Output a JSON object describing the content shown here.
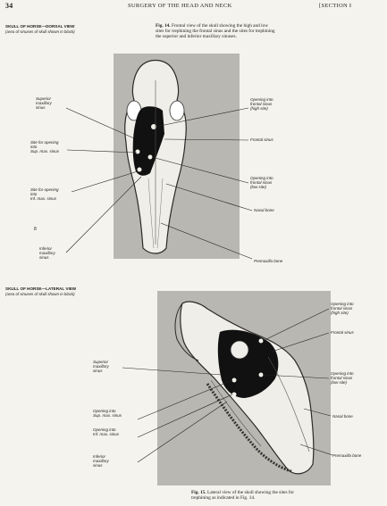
{
  "header": {
    "page_number": "34",
    "running_head": "SURGERY OF THE HEAD AND NECK",
    "section": "[SECTION I"
  },
  "figure14": {
    "title": "SKULL OF HORSE—DORSAL VIEW",
    "subtitle": "(area of sinuses of skull shown in black)",
    "caption_label": "Fig. 14.",
    "caption_lines": [
      "Frontal view of the skull showing the high and low",
      "sites for trephining the frontal sinus and the sites for trephining",
      "the superior and inferior maxillary sinuses."
    ],
    "labels_left": {
      "superior_maxillary_sinus": [
        "Superior",
        "maxillary",
        "sinus"
      ],
      "site_sup_max": [
        "Site for opening",
        "into",
        "Sup. max. sinus"
      ],
      "site_inf_max": [
        "Site for opening",
        "into",
        "Inf. max. sinus"
      ],
      "inferior_maxillary_sinus": [
        "Inferior",
        "maxillary",
        "sinus"
      ]
    },
    "labels_right": {
      "opening_frontal_high": [
        "Opening into",
        "frontal sinus",
        "(high site)"
      ],
      "frontal_sinus": [
        "Frontal sinus"
      ],
      "opening_frontal_low": [
        "Opening into",
        "frontal sinus",
        "(low site)"
      ],
      "nasal_bone": [
        "Nasal bone"
      ],
      "premaxilla_bone": [
        "Premaxilla bone"
      ]
    }
  },
  "figure15": {
    "title": "SKULL OF HORSE—LATERAL VIEW",
    "subtitle": "(area of sinuses of skull shown in black)",
    "caption_label": "Fig. 15.",
    "caption_lines": [
      "Lateral view of the skull showing the sites for",
      "trephining as indicated in Fig. 14."
    ],
    "labels_left": {
      "superior_maxillary_sinus": [
        "Superior",
        "maxillary",
        "sinus"
      ],
      "opening_sup_max": [
        "Opening into",
        "Sup. max. sinus"
      ],
      "opening_inf_max": [
        "Opening into",
        "Inf. max. sinus"
      ],
      "inferior_maxillary_sinus": [
        "Inferior",
        "maxillary",
        "sinus"
      ]
    },
    "labels_right": {
      "opening_frontal_high": [
        "Opening into",
        "frontal sinus",
        "(high site)"
      ],
      "frontal_sinus": [
        "Frontal sinus"
      ],
      "opening_frontal_low": [
        "Opening into",
        "frontal sinus",
        "(low site)"
      ],
      "nasal_bone": [
        "Nasal bone"
      ],
      "premaxilla_bone": [
        "Premaxilla bone"
      ]
    }
  },
  "stray_mark": "8"
}
